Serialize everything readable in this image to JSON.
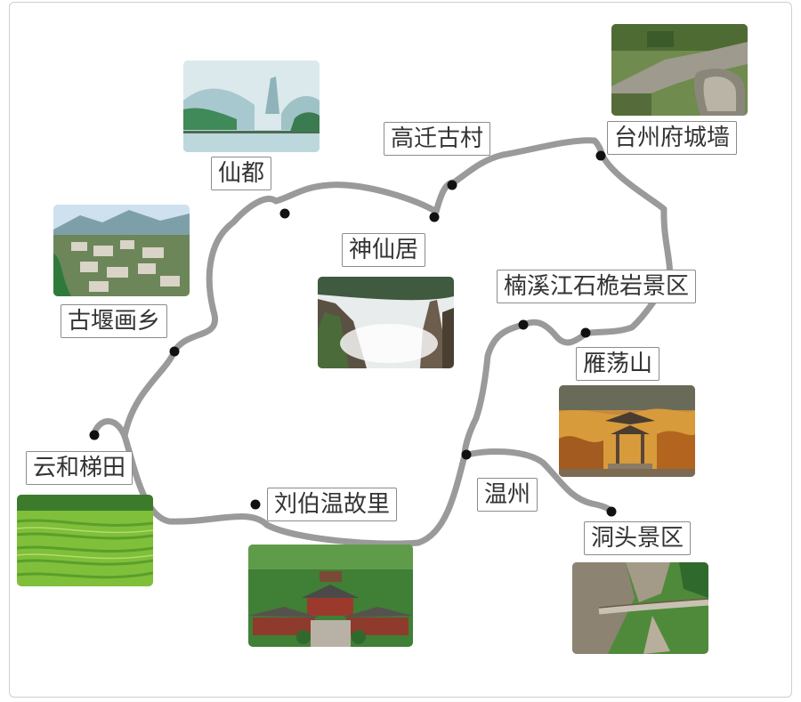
{
  "map": {
    "route_color": "#9a9a9a",
    "stop_color": "#111111",
    "stops": [
      {
        "id": "taizhou",
        "label": "台州府城墙",
        "image": "city-wall-photo"
      },
      {
        "id": "gaoqian",
        "label": "高迁古村",
        "image": null
      },
      {
        "id": "shenxianju",
        "label": "神仙居",
        "image": "mountain-mist-photo"
      },
      {
        "id": "xiandu",
        "label": "仙都",
        "image": "foggy-peak-river-photo"
      },
      {
        "id": "guyan",
        "label": "古堰画乡",
        "image": "river-town-photo"
      },
      {
        "id": "yunhe",
        "label": "云和梯田",
        "image": "terraced-fields-photo"
      },
      {
        "id": "liubowen",
        "label": "刘伯温故里",
        "image": "temple-complex-photo"
      },
      {
        "id": "wenzhou",
        "label": "温州",
        "image": null
      },
      {
        "id": "dongtou",
        "label": "洞头景区",
        "image": "cliff-walkway-photo"
      },
      {
        "id": "nanxijiang",
        "label": "楠溪江石桅岩景区",
        "image": null
      },
      {
        "id": "yandangshan",
        "label": "雁荡山",
        "image": "pavilion-autumn-photo"
      }
    ]
  }
}
